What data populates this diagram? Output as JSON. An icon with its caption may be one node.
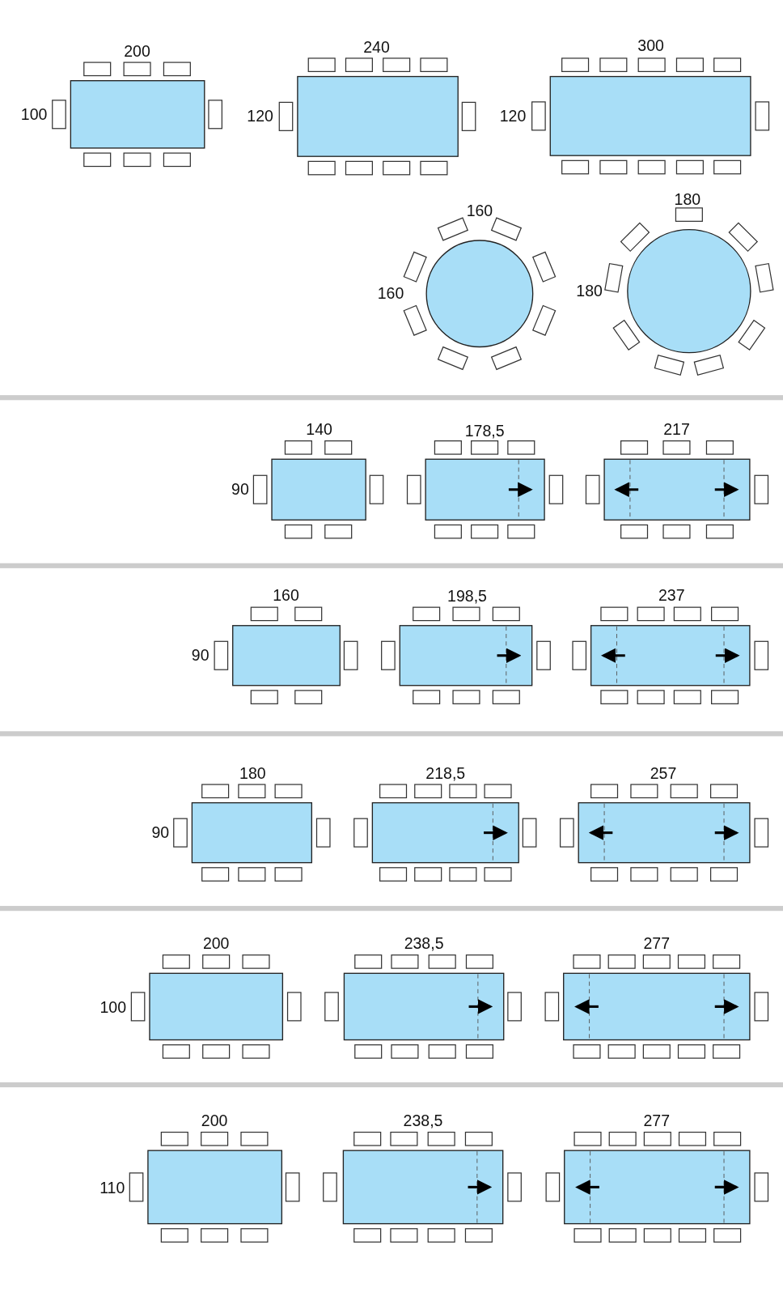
{
  "diagram": {
    "labels": [
      "200",
      "240",
      "300",
      "100",
      "120",
      "120",
      "160",
      "180",
      "160",
      "180",
      "140",
      "178,5",
      "217",
      "90",
      "160",
      "198,5",
      "237",
      "90",
      "180",
      "218,5",
      "257",
      "90",
      "200",
      "238,5",
      "277",
      "100",
      "200",
      "238,5",
      "277",
      "110"
    ]
  }
}
